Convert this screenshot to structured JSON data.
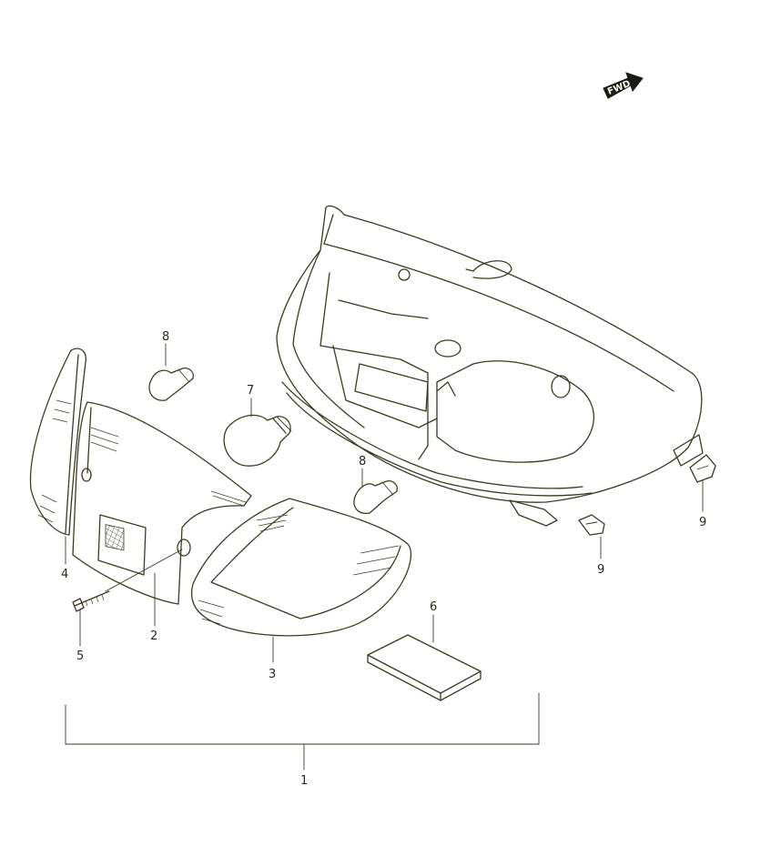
{
  "callouts": {
    "p1": "1",
    "p2": "2",
    "p3": "3",
    "p4": "4",
    "p5": "5",
    "p6": "6",
    "p7": "7",
    "p8a": "8",
    "p8b": "8",
    "p9a": "9",
    "p9b": "9"
  },
  "fwd_badge": "FWD",
  "colors": {
    "line": "#3d3a22",
    "background": "#ffffff"
  }
}
